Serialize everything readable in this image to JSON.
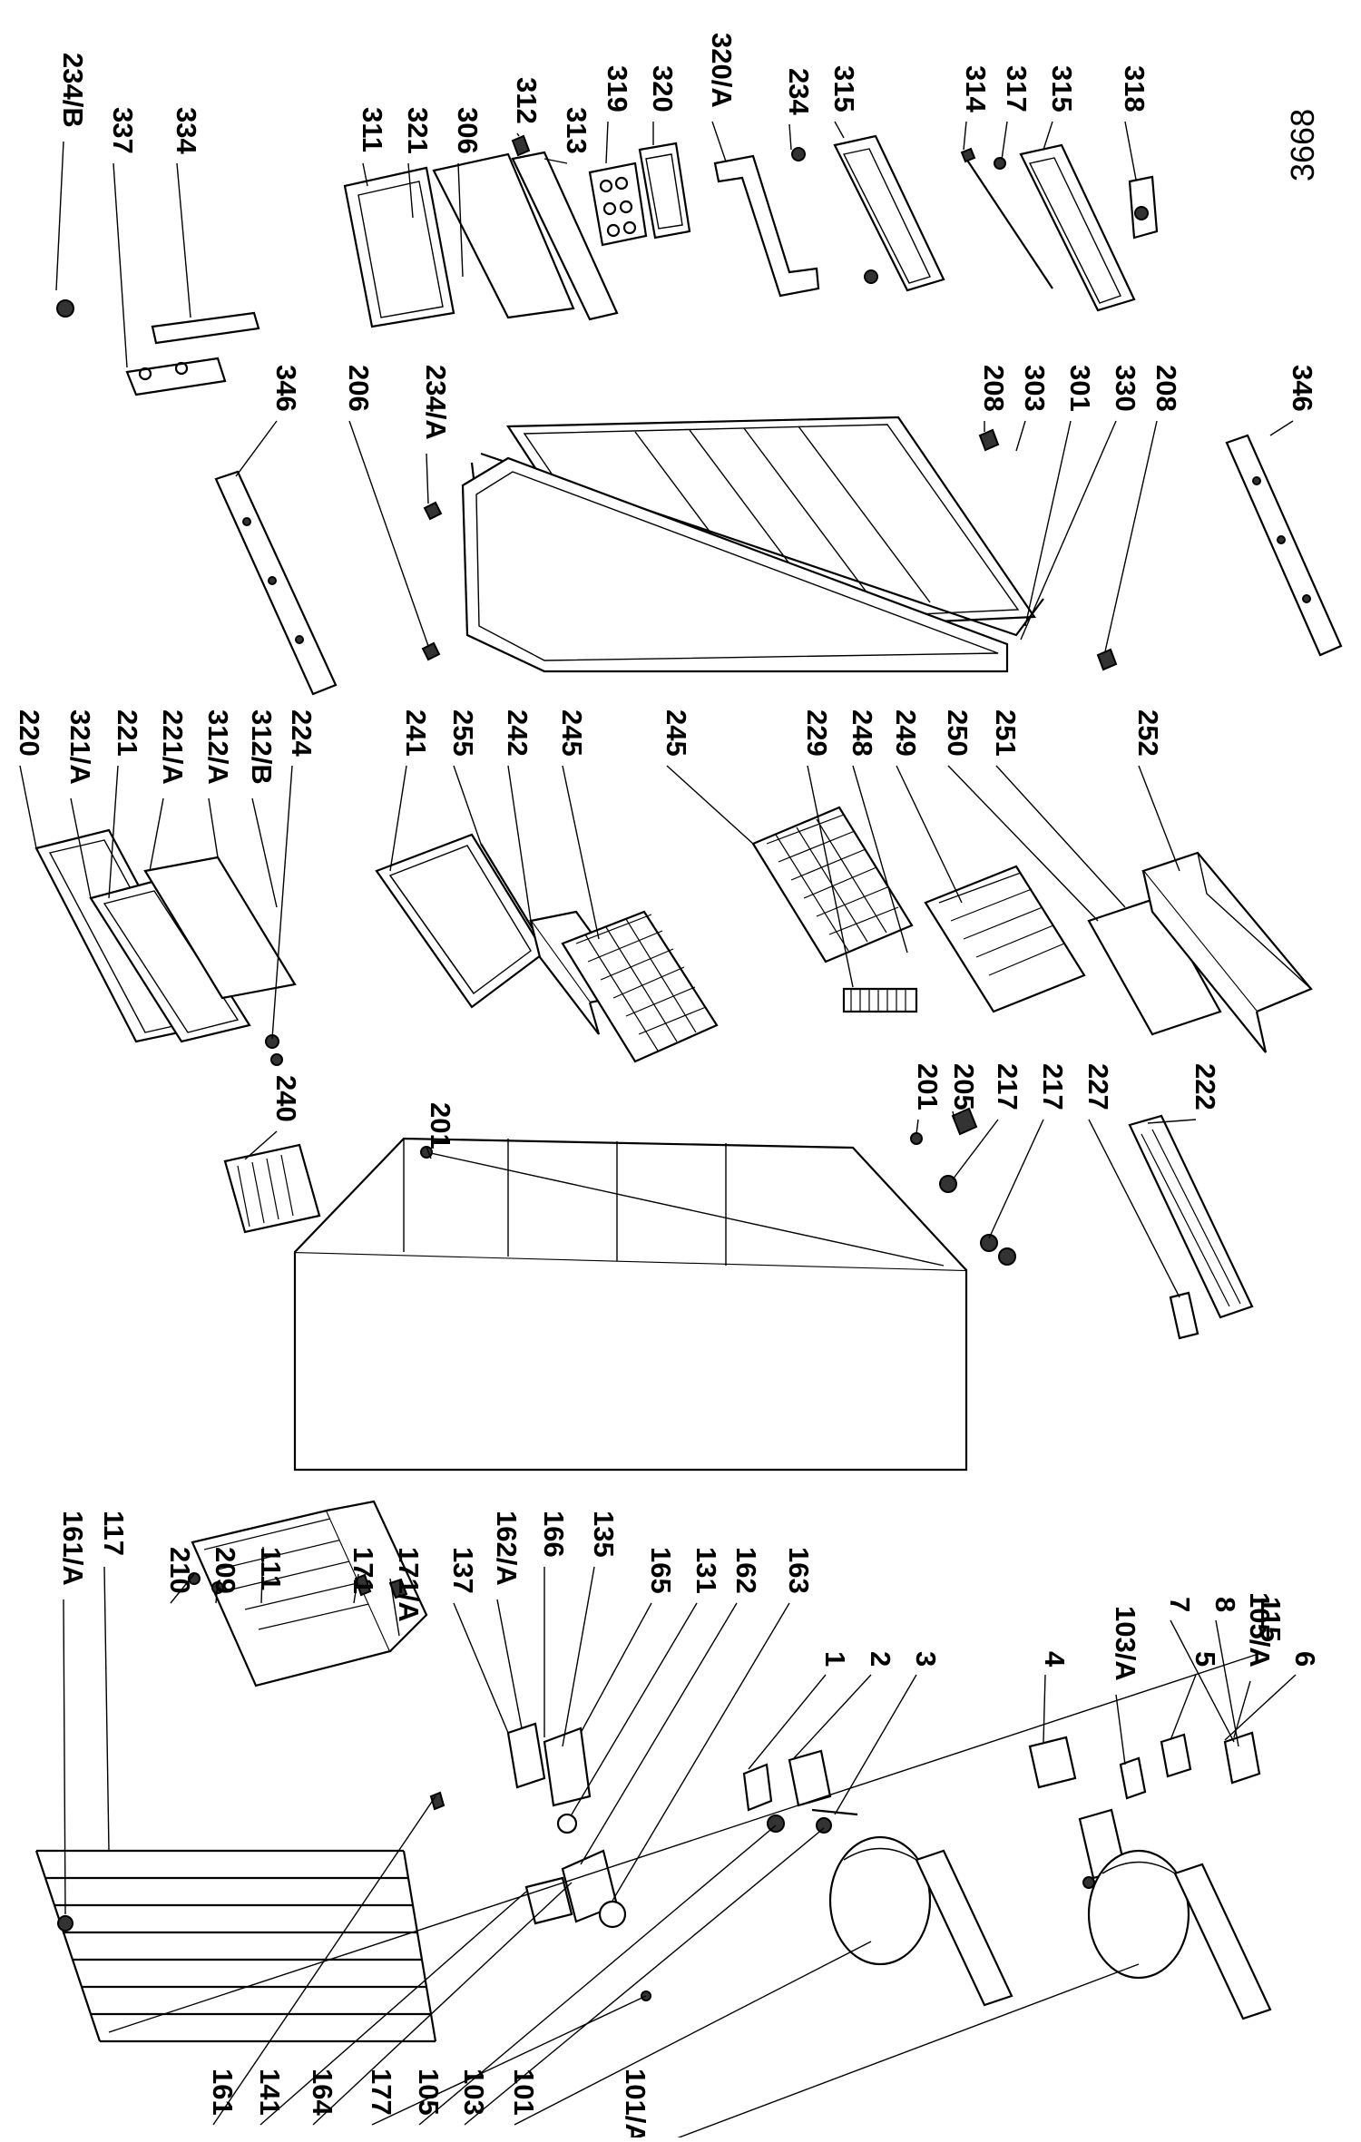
{
  "drawing_number": "3668",
  "parts": [
    {
      "label": "234/B"
    },
    {
      "label": "337"
    },
    {
      "label": "334"
    },
    {
      "label": "311"
    },
    {
      "label": "321"
    },
    {
      "label": "306"
    },
    {
      "label": "312"
    },
    {
      "label": "313"
    },
    {
      "label": "319"
    },
    {
      "label": "320"
    },
    {
      "label": "320/A"
    },
    {
      "label": "234"
    },
    {
      "label": "315"
    },
    {
      "label": "314"
    },
    {
      "label": "317"
    },
    {
      "label": "315"
    },
    {
      "label": "318"
    },
    {
      "label": "346"
    },
    {
      "label": "206"
    },
    {
      "label": "234/A"
    },
    {
      "label": "208"
    },
    {
      "label": "303"
    },
    {
      "label": "301"
    },
    {
      "label": "330"
    },
    {
      "label": "208"
    },
    {
      "label": "346"
    },
    {
      "label": "220"
    },
    {
      "label": "321/A"
    },
    {
      "label": "221"
    },
    {
      "label": "221/A"
    },
    {
      "label": "312/A"
    },
    {
      "label": "312/B"
    },
    {
      "label": "224"
    },
    {
      "label": "241"
    },
    {
      "label": "255"
    },
    {
      "label": "242"
    },
    {
      "label": "245"
    },
    {
      "label": "245"
    },
    {
      "label": "229"
    },
    {
      "label": "248"
    },
    {
      "label": "249"
    },
    {
      "label": "250"
    },
    {
      "label": "251"
    },
    {
      "label": "252"
    },
    {
      "label": "240"
    },
    {
      "label": "201"
    },
    {
      "label": "201"
    },
    {
      "label": "205"
    },
    {
      "label": "217"
    },
    {
      "label": "217"
    },
    {
      "label": "227"
    },
    {
      "label": "222"
    },
    {
      "label": "161/A"
    },
    {
      "label": "117"
    },
    {
      "label": "210"
    },
    {
      "label": "209"
    },
    {
      "label": "111"
    },
    {
      "label": "171"
    },
    {
      "label": "171/A"
    },
    {
      "label": "137"
    },
    {
      "label": "162/A"
    },
    {
      "label": "166"
    },
    {
      "label": "135"
    },
    {
      "label": "165"
    },
    {
      "label": "131"
    },
    {
      "label": "162"
    },
    {
      "label": "163"
    },
    {
      "label": "1"
    },
    {
      "label": "2"
    },
    {
      "label": "3"
    },
    {
      "label": "4"
    },
    {
      "label": "103/A"
    },
    {
      "label": "5"
    },
    {
      "label": "105/A"
    },
    {
      "label": "6"
    },
    {
      "label": "7"
    },
    {
      "label": "8"
    },
    {
      "label": "115"
    },
    {
      "label": "161"
    },
    {
      "label": "141"
    },
    {
      "label": "164"
    },
    {
      "label": "177"
    },
    {
      "label": "105"
    },
    {
      "label": "103"
    },
    {
      "label": "101"
    },
    {
      "label": "101/A"
    }
  ]
}
